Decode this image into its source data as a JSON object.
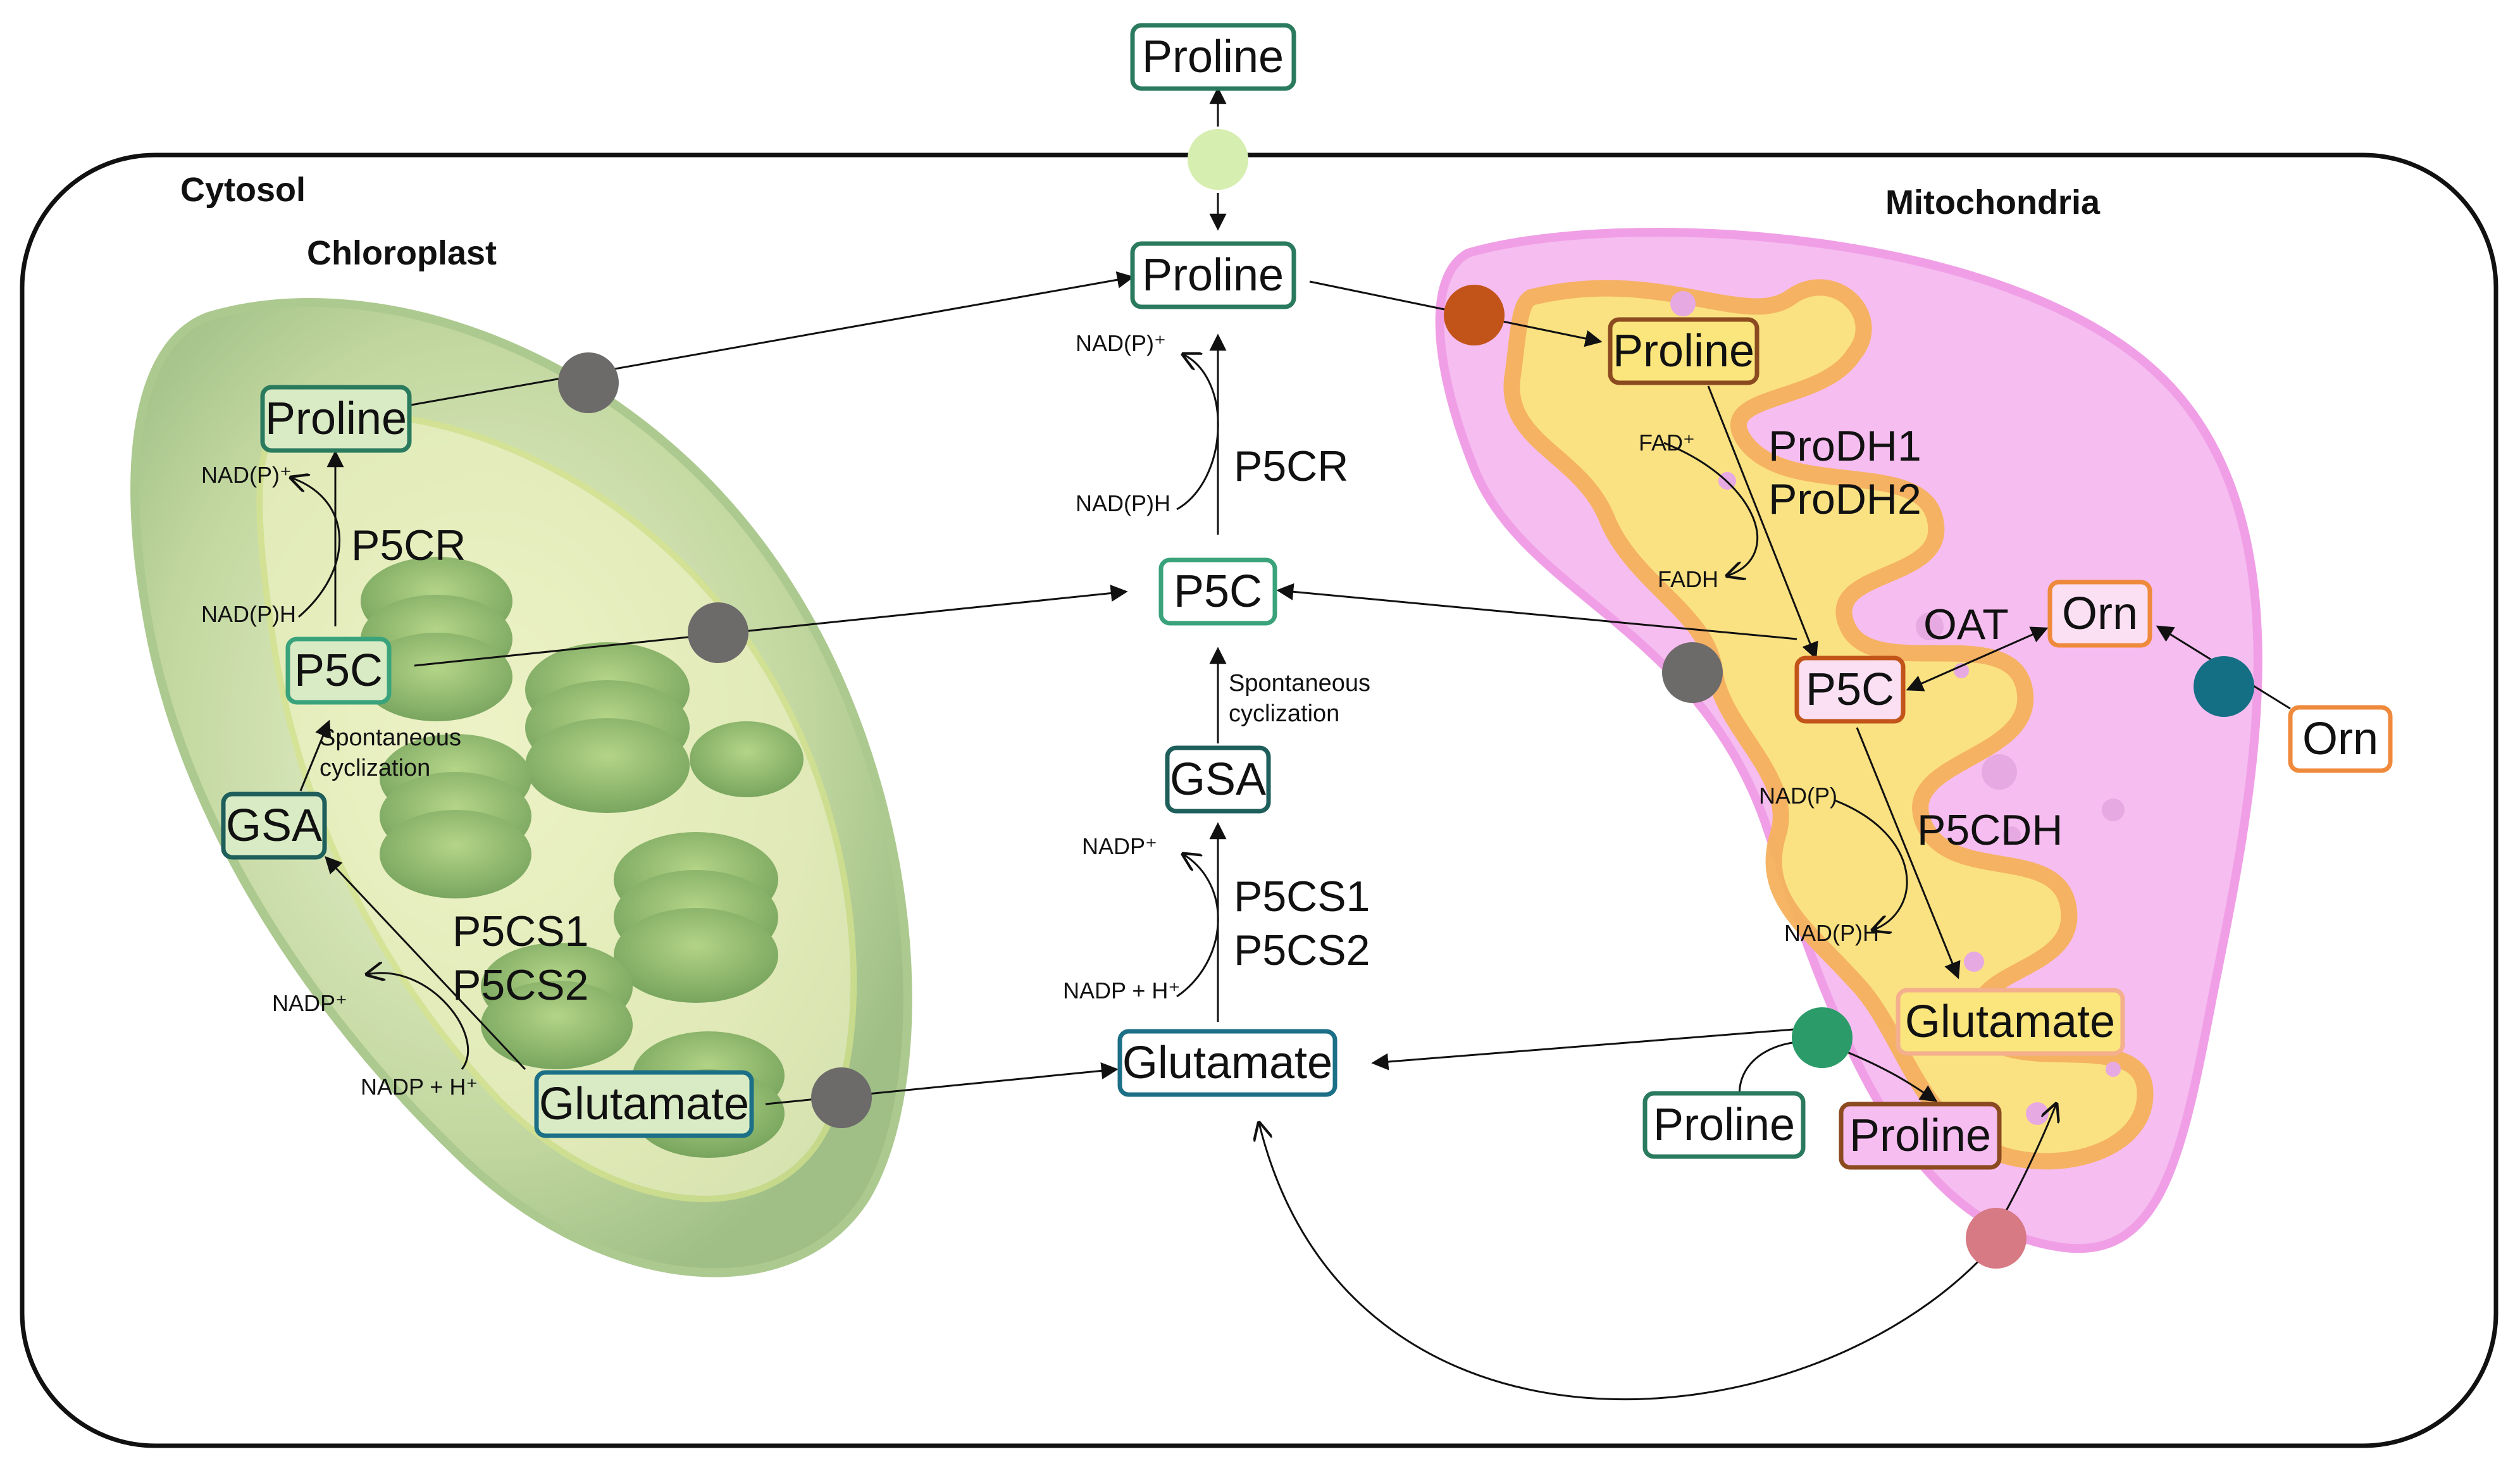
{
  "compartments": {
    "cytosol": "Cytosol",
    "chloroplast": "Chloroplast",
    "mitochondria": "Mitochondria"
  },
  "colors": {
    "chloroplast_green": "#8fb573",
    "mito_pink": "#f4b7f0",
    "mito_yellow": "#fbe27a",
    "dark_green": "#2a7a5e",
    "teal": "#1b6f86",
    "brown": "#8b4a1f",
    "orange": "#ef8a3c",
    "transporter_grey": "#6d6a6a",
    "transporter_rust": "#c2541a",
    "transporter_teal": "#156f84",
    "transporter_green": "#2c9b6a",
    "transporter_rose": "#d77a84",
    "transporter_light": "#d6eeb0"
  },
  "outside": {
    "proline": "Proline"
  },
  "cytosol_path": {
    "proline": "Proline",
    "p5c": "P5C",
    "gsa": "GSA",
    "glutamate": "Glutamate",
    "p5cr": "P5CR",
    "p5cs1": "P5CS1",
    "p5cs2": "P5CS2",
    "cyclization_1": "Spontaneous",
    "cyclization_2": "cyclization",
    "cof_nadp_plus_top": "NAD(P)⁺",
    "cof_nadph_top": "NAD(P)H",
    "cof_nadp_plus": "NADP⁺",
    "cof_nadph_h": "NADP + H⁺"
  },
  "chloroplast_path": {
    "proline": "Proline",
    "p5c": "P5C",
    "gsa": "GSA",
    "glutamate": "Glutamate",
    "p5cr": "P5CR",
    "p5cs1": "P5CS1",
    "p5cs2": "P5CS2",
    "cyclization_1": "Spontaneous",
    "cyclization_2": "cyclization",
    "cof_nadp_plus_top": "NAD(P)⁺",
    "cof_nadph_top": "NAD(P)H",
    "cof_nadp_plus": "NADP⁺",
    "cof_nadph_h": "NADP + H⁺"
  },
  "mito_path": {
    "proline": "Proline",
    "prodh1": "ProDH1",
    "prodh2": "ProDH2",
    "fad_plus": "FAD⁺",
    "fadh": "FADH",
    "p5c": "P5C",
    "oat": "OAT",
    "orn_inner": "Orn",
    "orn_outer": "Orn",
    "p5cdh": "P5CDH",
    "nadp": "NAD(P)",
    "nadph": "NAD(P)H",
    "glutamate": "Glutamate",
    "proline_in": "Proline",
    "proline_out": "Proline"
  }
}
